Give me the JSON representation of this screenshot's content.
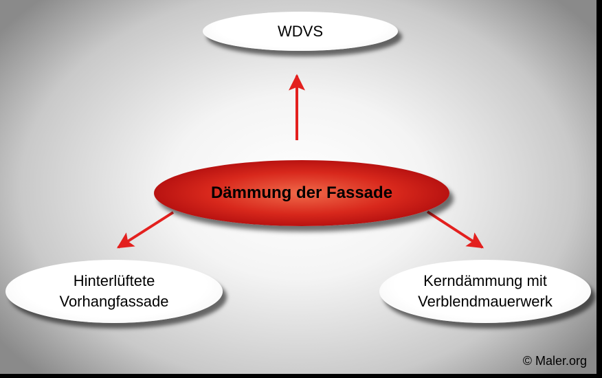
{
  "diagram": {
    "center": {
      "label": "Dämmung der Fassade"
    },
    "top": {
      "label": "WDVS"
    },
    "left": {
      "label": "Hinterlüftete\nVorhangfassade"
    },
    "right": {
      "label": "Kerndämmung mit\nVerblendmauerwerk"
    }
  },
  "colors": {
    "arrow": "#e3201e",
    "center_fill": "#cc1a14",
    "background": "#000000"
  },
  "footer": {
    "copyright": "© Maler.org"
  }
}
